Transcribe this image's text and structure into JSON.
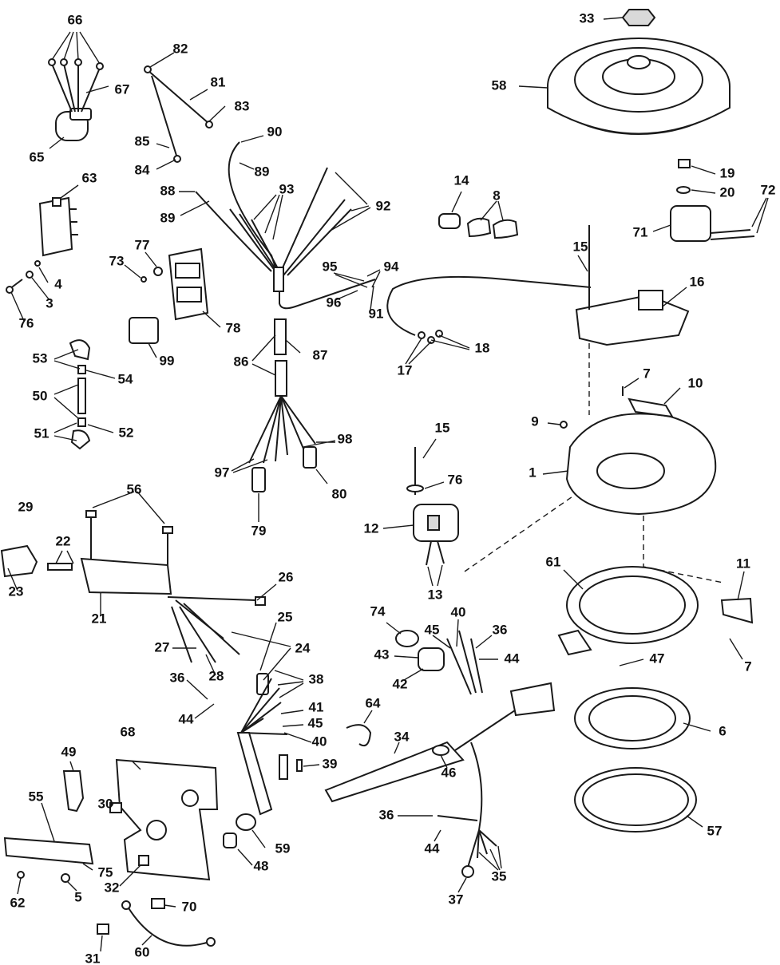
{
  "callouts": [
    "66",
    "67",
    "65",
    "82",
    "81",
    "83",
    "85",
    "84",
    "90",
    "89",
    "88",
    "89",
    "93",
    "92",
    "63",
    "4",
    "3",
    "76",
    "73",
    "77",
    "78",
    "99",
    "53",
    "54",
    "50",
    "51",
    "52",
    "86",
    "87",
    "97",
    "98",
    "80",
    "79",
    "95",
    "94",
    "96",
    "91",
    "14",
    "8",
    "15",
    "16",
    "17",
    "18",
    "33",
    "58",
    "19",
    "20",
    "72",
    "71",
    "7",
    "10",
    "9",
    "1",
    "15",
    "76",
    "12",
    "13",
    "29",
    "56",
    "22",
    "23",
    "21",
    "26",
    "25",
    "24",
    "27",
    "28",
    "36",
    "44",
    "38",
    "41",
    "45",
    "40",
    "39",
    "74",
    "43",
    "42",
    "45",
    "40",
    "36",
    "44",
    "64",
    "34",
    "46",
    "61",
    "11",
    "7",
    "47",
    "6",
    "57",
    "49",
    "68",
    "55",
    "30",
    "62",
    "75",
    "5",
    "32",
    "70",
    "31",
    "60",
    "59",
    "48",
    "36",
    "44",
    "37",
    "35"
  ]
}
